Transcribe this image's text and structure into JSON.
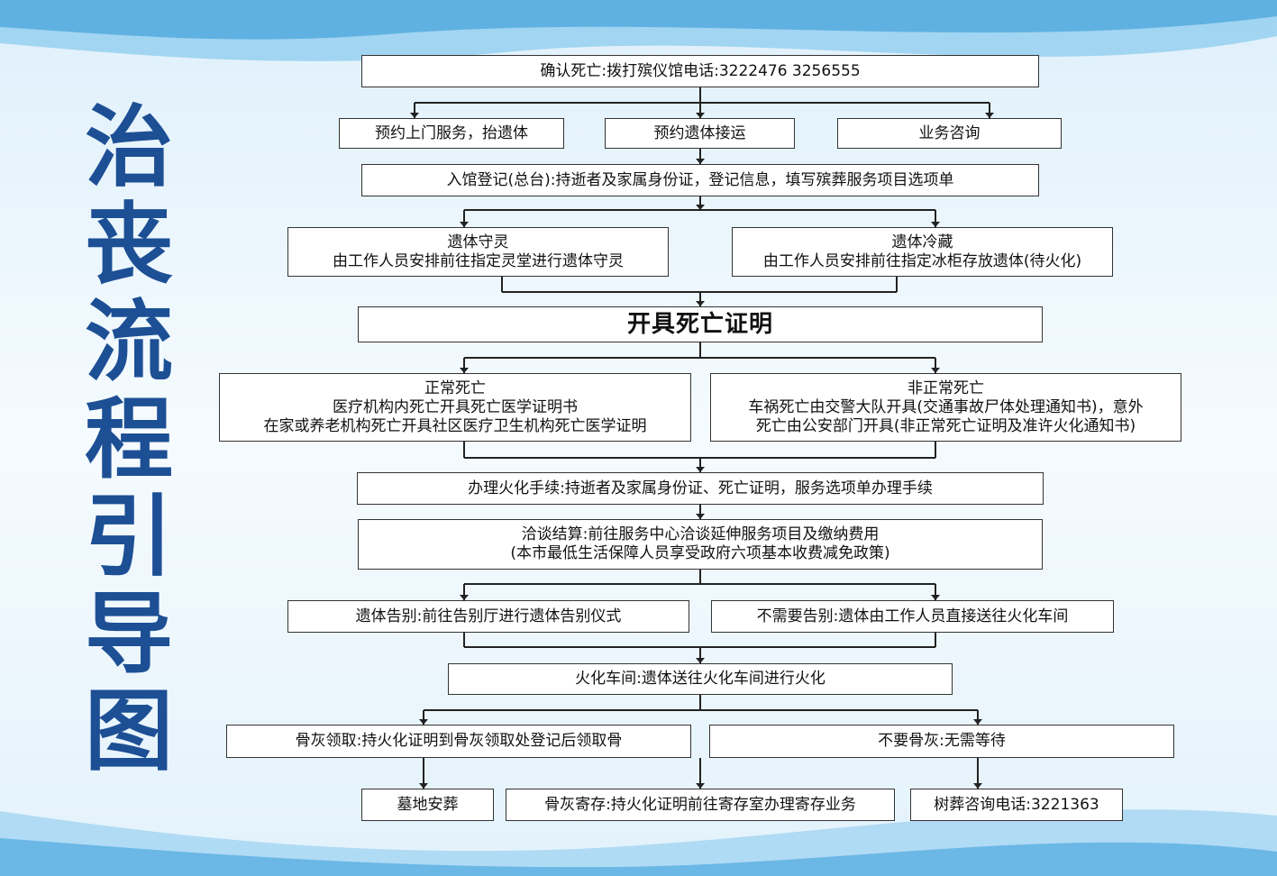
{
  "title_chars": [
    "治",
    "丧",
    "流",
    "程",
    "引",
    "导",
    "图"
  ],
  "colors": {
    "title": "#1d4f95",
    "box_border": "#333333",
    "line": "#222222"
  },
  "flow": {
    "step1": "确认死亡:拨打殡仪馆电话:3222476   3256555",
    "appointment_home": "预约上门服务，抬遗体",
    "appointment_transport": "预约遗体接运",
    "consult": "业务咨询",
    "registration": "入馆登记(总台):持逝者及家属身份证，登记信息，填写殡葬服务项目选项单",
    "vigil": {
      "title": "遗体守灵",
      "desc": "由工作人员安排前往指定灵堂进行遗体守灵"
    },
    "cold_storage": {
      "title": "遗体冷藏",
      "desc": "由工作人员安排前往指定冰柜存放遗体(待火化)"
    },
    "certificate": "开具死亡证明",
    "normal_death": {
      "title": "正常死亡",
      "line1": "医疗机构内死亡开具死亡医学证明书",
      "line2": "在家或养老机构死亡开具社区医疗卫生机构死亡医学证明"
    },
    "abnormal_death": {
      "title": "非正常死亡",
      "line1": "车祸死亡由交警大队开具(交通事故尸体处理通知书)，意外",
      "line2": "死亡由公安部门开具(非正常死亡证明及准许火化通知书)"
    },
    "cremation_procedure": "办理火化手续:持逝者及家属身份证、死亡证明，服务选项单办理手续",
    "settlement": {
      "line1": "洽谈结算:前往服务中心洽谈延伸服务项目及缴纳费用",
      "line2": "(本市最低生活保障人员享受政府六项基本收费减免政策)"
    },
    "farewell": "遗体告别:前往告别厅进行遗体告别仪式",
    "no_farewell": "不需要告别:遗体由工作人员直接送往火化车间",
    "cremation": "火化车间:遗体送往火化车间进行火化",
    "collect_ashes": "骨灰领取:持火化证明到骨灰领取处登记后领取骨",
    "no_ashes": "不要骨灰:无需等待",
    "burial": "墓地安葬",
    "ashes_storage": "骨灰寄存:持火化证明前往寄存室办理寄存业务",
    "tree_burial": "树葬咨询电话:3221363"
  }
}
